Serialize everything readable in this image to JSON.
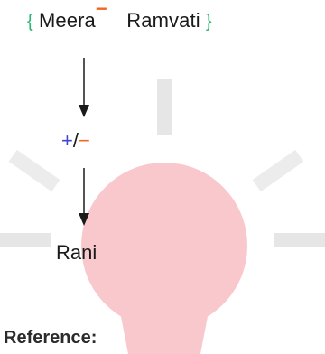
{
  "set": {
    "open_brace": "{",
    "first_name": "Meera",
    "first_name_mark": "−",
    "second_name": "Ramvati",
    "close_brace": "}"
  },
  "operator": {
    "plus": "+",
    "slash": "/",
    "minus": "−"
  },
  "result": "Rani",
  "reference_label": "Reference:",
  "colors": {
    "brace": "#2bb673",
    "plus": "#3f48cc",
    "minus": "#f26522",
    "bulb": "#f9c8cc",
    "rays": "#e3e3e3"
  },
  "icons": {
    "watermark": "light-bulb-icon",
    "arrows": "arrow-down-icon"
  }
}
